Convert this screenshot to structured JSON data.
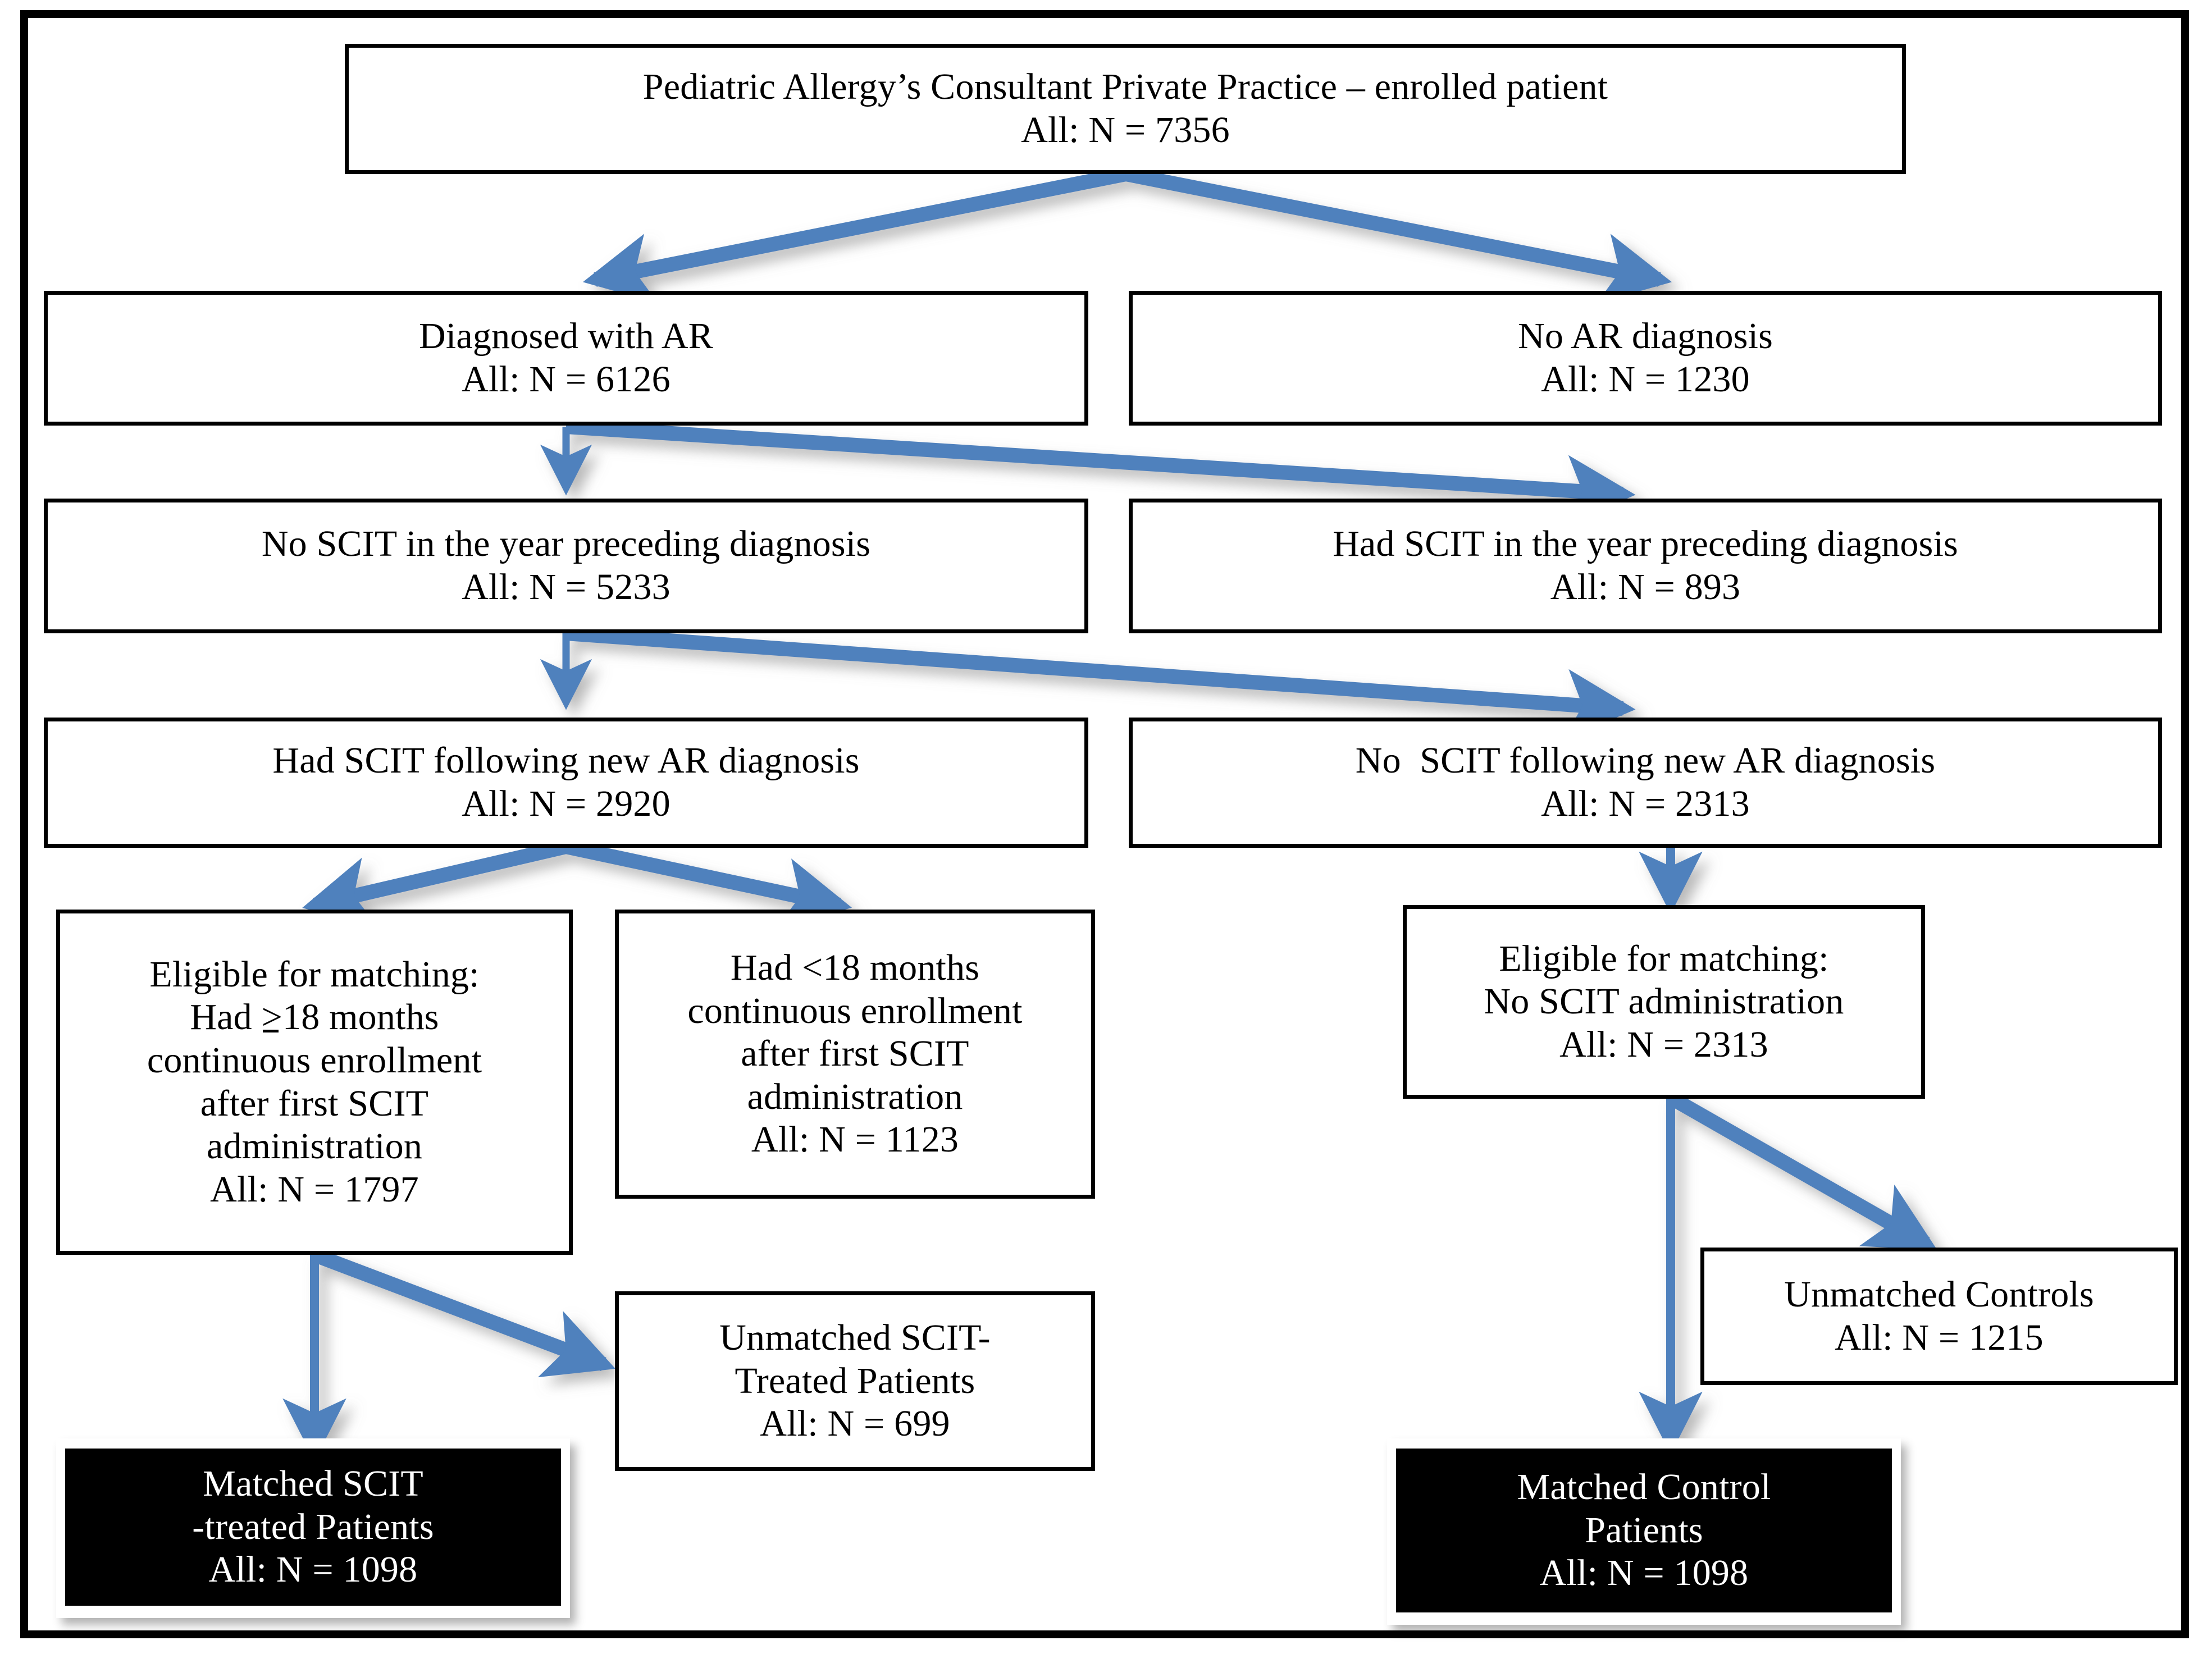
{
  "figure": {
    "kind": "patient-flow-diagram",
    "colors": {
      "arrow": "#4F81BD",
      "box_border": "#000000",
      "terminal_fill": "#000000",
      "terminal_text": "#ffffff",
      "background": "#ffffff"
    }
  },
  "nodes": {
    "enrolled": {
      "line1": "Pediatric Allergy’s Consultant Private Practice – enrolled patient",
      "line2": "All: N = 7356"
    },
    "diagnosed_ar": {
      "line1": "Diagnosed with AR",
      "line2": "All: N = 6126"
    },
    "no_ar": {
      "line1": "No AR diagnosis",
      "line2": "All: N = 1230"
    },
    "no_scit_prior": {
      "line1": "No SCIT in the year preceding diagnosis",
      "line2": "All: N = 5233"
    },
    "had_scit_prior": {
      "line1": "Had SCIT in the year preceding diagnosis",
      "line2": "All: N = 893"
    },
    "had_scit_after": {
      "line1": "Had SCIT following new AR diagnosis",
      "line2": "All: N = 2920"
    },
    "no_scit_after": {
      "line1": "No  SCIT following new AR diagnosis",
      "line2": "All: N = 2313"
    },
    "eligible_scit": {
      "line1": "Eligible for matching:",
      "line2_pre": "Had ",
      "line2_ge": ">",
      "line2_post": "18 months",
      "line3": "continuous enrollment",
      "line4": "after first SCIT",
      "line5": "administration",
      "line6": "All: N = 1797"
    },
    "lt18": {
      "line1": "Had <18 months",
      "line2": "continuous enrollment",
      "line3": "after first SCIT",
      "line4": "administration",
      "line5": "All: N = 1123"
    },
    "eligible_control": {
      "line1": "Eligible for matching:",
      "line2": "No SCIT administration",
      "line3": "All: N = 2313"
    },
    "unmatched_controls": {
      "line1": "Unmatched Controls",
      "line2": "All: N = 1215"
    },
    "unmatched_scit": {
      "line1": "Unmatched SCIT-",
      "line2": "Treated Patients",
      "line3": "All: N = 699"
    },
    "matched_scit": {
      "line1": "Matched SCIT",
      "line2": "-treated Patients",
      "line3": "All: N = 1098"
    },
    "matched_control": {
      "line1": "Matched Control",
      "line2": "Patients",
      "line3": "All: N = 1098"
    }
  },
  "chart_data": {
    "type": "flowchart",
    "title": "Patient selection flow diagram",
    "counts": {
      "enrolled_all": 7356,
      "diagnosed_with_ar": 6126,
      "no_ar_diagnosis": 1230,
      "no_scit_year_preceding": 5233,
      "had_scit_year_preceding": 893,
      "had_scit_following_new_ar": 2920,
      "no_scit_following_new_ar": 2313,
      "eligible_scit_ge18mo": 1797,
      "lt18mo_enrollment": 1123,
      "eligible_control_no_scit": 2313,
      "unmatched_scit_treated": 699,
      "unmatched_controls": 1215,
      "matched_scit_treated": 1098,
      "matched_control": 1098
    },
    "edges": [
      {
        "from": "enrolled",
        "to": "diagnosed_ar"
      },
      {
        "from": "enrolled",
        "to": "no_ar"
      },
      {
        "from": "diagnosed_ar",
        "to": "no_scit_prior"
      },
      {
        "from": "diagnosed_ar",
        "to": "had_scit_prior"
      },
      {
        "from": "no_scit_prior",
        "to": "had_scit_after"
      },
      {
        "from": "no_scit_prior",
        "to": "no_scit_after"
      },
      {
        "from": "had_scit_after",
        "to": "eligible_scit"
      },
      {
        "from": "had_scit_after",
        "to": "lt18"
      },
      {
        "from": "no_scit_after",
        "to": "eligible_control"
      },
      {
        "from": "eligible_scit",
        "to": "matched_scit"
      },
      {
        "from": "eligible_scit",
        "to": "unmatched_scit"
      },
      {
        "from": "eligible_control",
        "to": "unmatched_controls"
      },
      {
        "from": "eligible_control",
        "to": "matched_control"
      }
    ]
  }
}
